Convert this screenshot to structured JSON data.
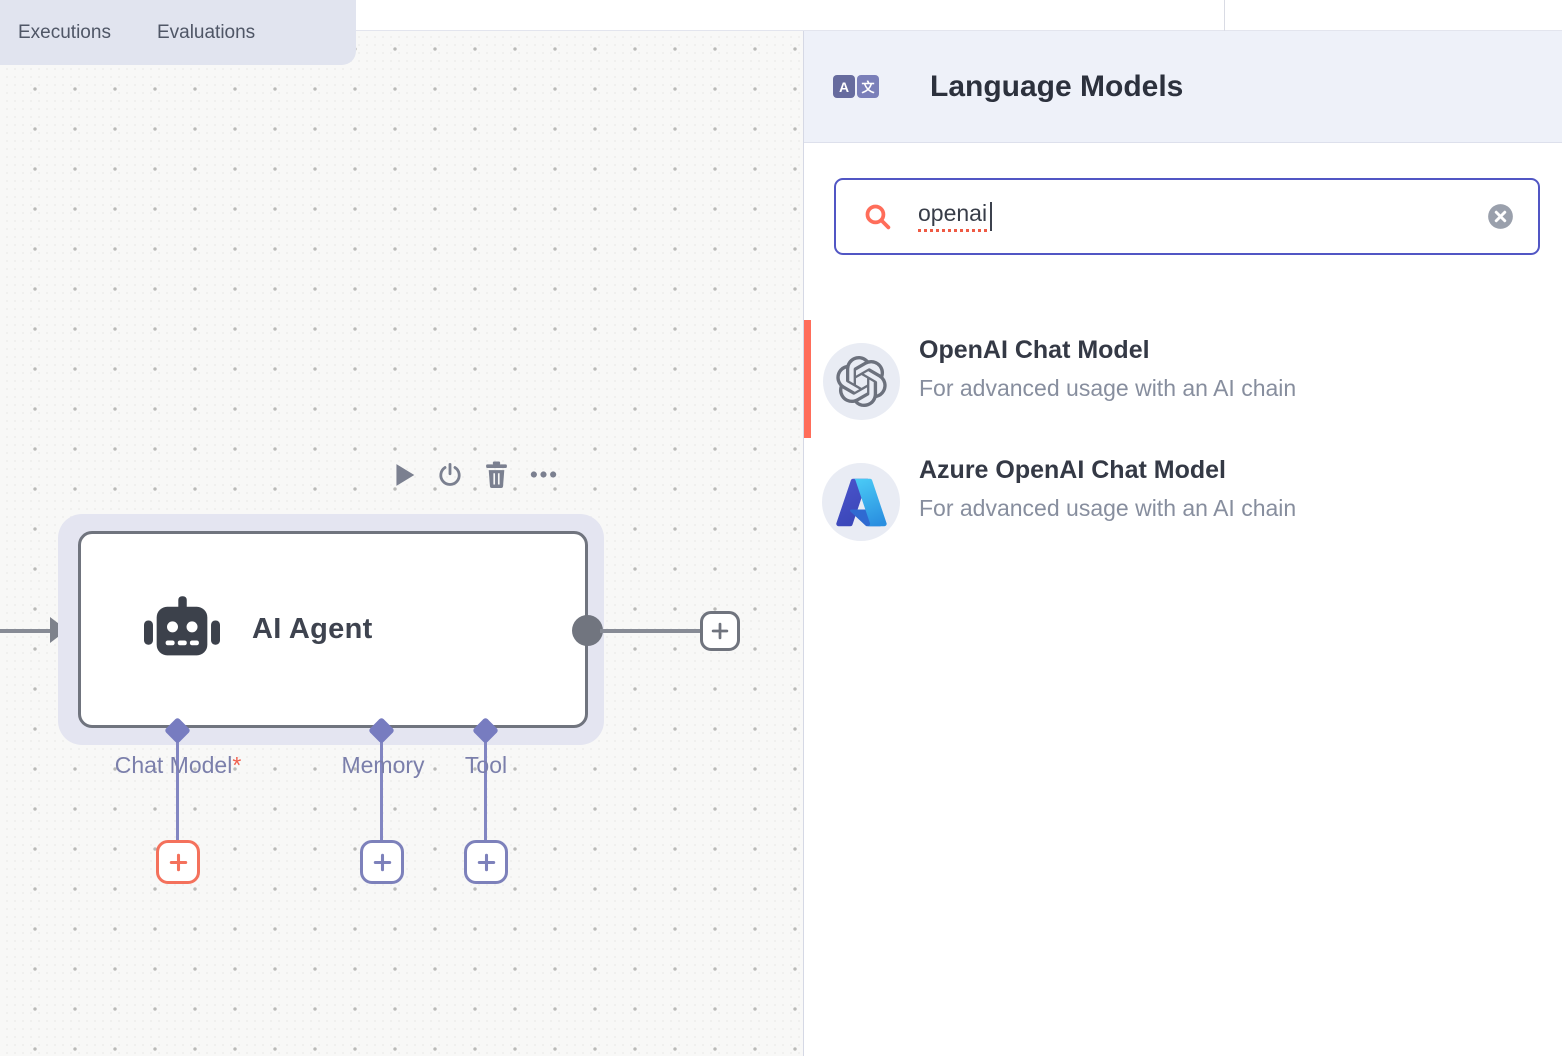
{
  "window": {
    "tabs": [
      {
        "label": "Executions"
      },
      {
        "label": "Evaluations"
      }
    ]
  },
  "canvas": {
    "node": {
      "title": "AI Agent",
      "ports": [
        {
          "label": "Chat Model",
          "required": "*"
        },
        {
          "label": "Memory",
          "required": ""
        },
        {
          "label": "Tool",
          "required": ""
        }
      ]
    }
  },
  "panel": {
    "title": "Language Models",
    "icon": {
      "left": "A",
      "right": "文"
    },
    "search": {
      "value": "openai",
      "placeholder": ""
    },
    "results": [
      {
        "title": "OpenAI Chat Model",
        "subtitle": "For advanced usage with an AI chain",
        "icon": "openai-logo",
        "active": true
      },
      {
        "title": "Azure OpenAI Chat Model",
        "subtitle": "For advanced usage with an AI chain",
        "icon": "azure-logo",
        "active": false
      }
    ]
  },
  "icons": {
    "language-models-icon": "A文",
    "search-icon": "🔍",
    "clear-icon": "✕",
    "play-icon": "▶",
    "power-icon": "⏻",
    "trash-icon": "🗑",
    "more-icon": "•••",
    "robot-icon": "🤖",
    "plus-icon": "+",
    "input-arrow-icon": "▶",
    "output-dot-icon": "●",
    "port-diamond-icon": "◆"
  },
  "colors": {
    "accent": "#ff6d5a",
    "search_border": "#5156c4",
    "connector_purple": "#777cc0",
    "node_border": "#70747e",
    "panel_header_bg": "#eef1f9",
    "tabs_bg": "#e1e4ef",
    "canvas_bg": "#f8f8f7"
  }
}
